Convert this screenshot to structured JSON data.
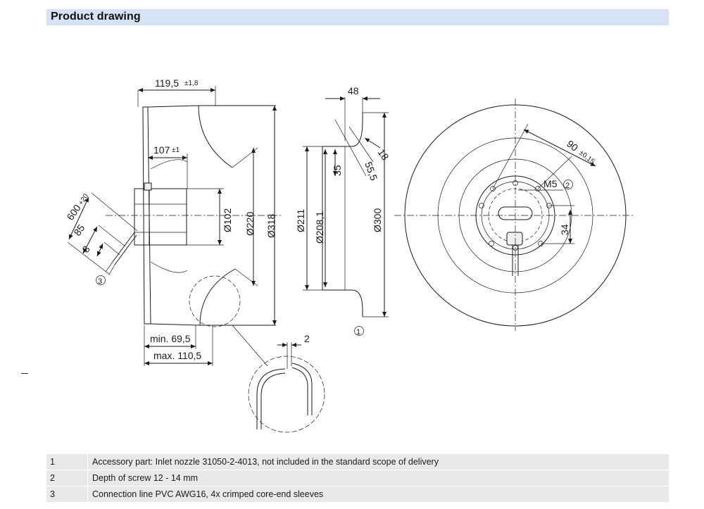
{
  "header": {
    "title": "Product drawing"
  },
  "dimensions": {
    "width_total": "119,5",
    "width_total_tol": "±1,8",
    "inner_depth": "107",
    "inner_depth_tol": "±1",
    "cable_len": "600",
    "cable_len_tol": "+20",
    "strip_85": "85",
    "strip_8": "8",
    "dia_102": "Ø102",
    "dia_220": "Ø220",
    "dia_318": "Ø318",
    "min_depth": "min. 69,5",
    "max_depth": "max. 110,5",
    "nozzle_48": "48",
    "nozzle_18": "18",
    "nozzle_35": "35",
    "nozzle_55": "55,5",
    "dia_211": "Ø211",
    "dia_208": "Ø208,1",
    "dia_300": "Ø300",
    "gap_2": "2",
    "bolt_90": "90",
    "bolt_90_tol": "±0,15",
    "screw_m5": "M5",
    "hole_34": "34"
  },
  "callouts": {
    "c1": "1",
    "c2": "2",
    "c3": "3"
  },
  "notes": [
    {
      "num": "1",
      "text": "Accessory part: Inlet nozzle 31050-2-4013, not included in the standard scope of delivery"
    },
    {
      "num": "2",
      "text": "Depth of screw 12 - 14 mm"
    },
    {
      "num": "3",
      "text": "Connection line PVC AWG16, 4x crimped core-end sleeves"
    }
  ]
}
